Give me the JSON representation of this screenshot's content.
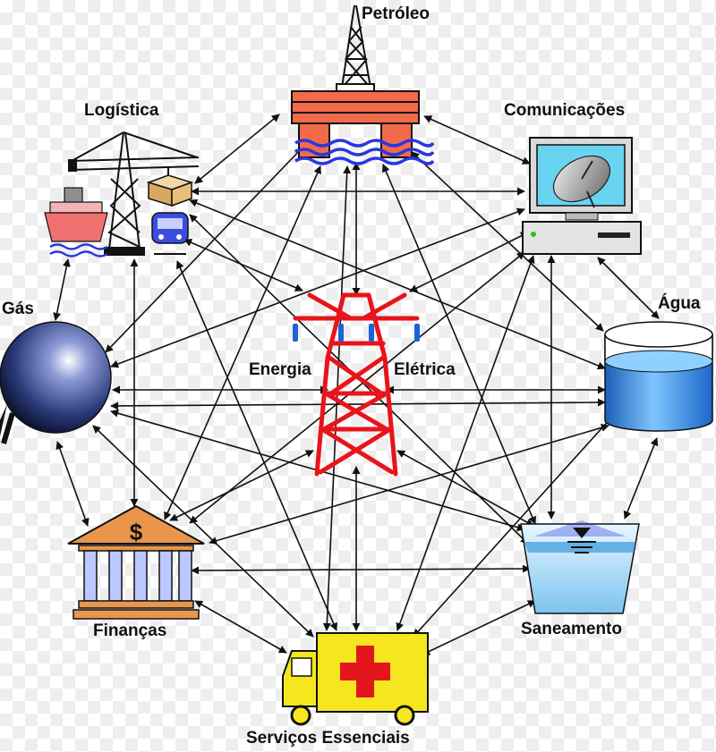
{
  "labels": {
    "petroleo": "Petróleo",
    "logistica": "Logística",
    "comunicacoes": "Comunicações",
    "gas": "Gás",
    "agua": "Água",
    "energia": "Energia",
    "eletrica": "Elétrica",
    "financas": "Finanças",
    "saneamento": "Saneamento",
    "servicos": "Serviços Essenciais"
  },
  "finance_symbol": "$",
  "colors": {
    "arrow": "#111111",
    "tower": "#e8141b",
    "water": "#1a78d8",
    "truck": "#f5e61f",
    "cross": "#e3161b",
    "bank": "#e9954c",
    "sphere": "#2a3a78"
  }
}
